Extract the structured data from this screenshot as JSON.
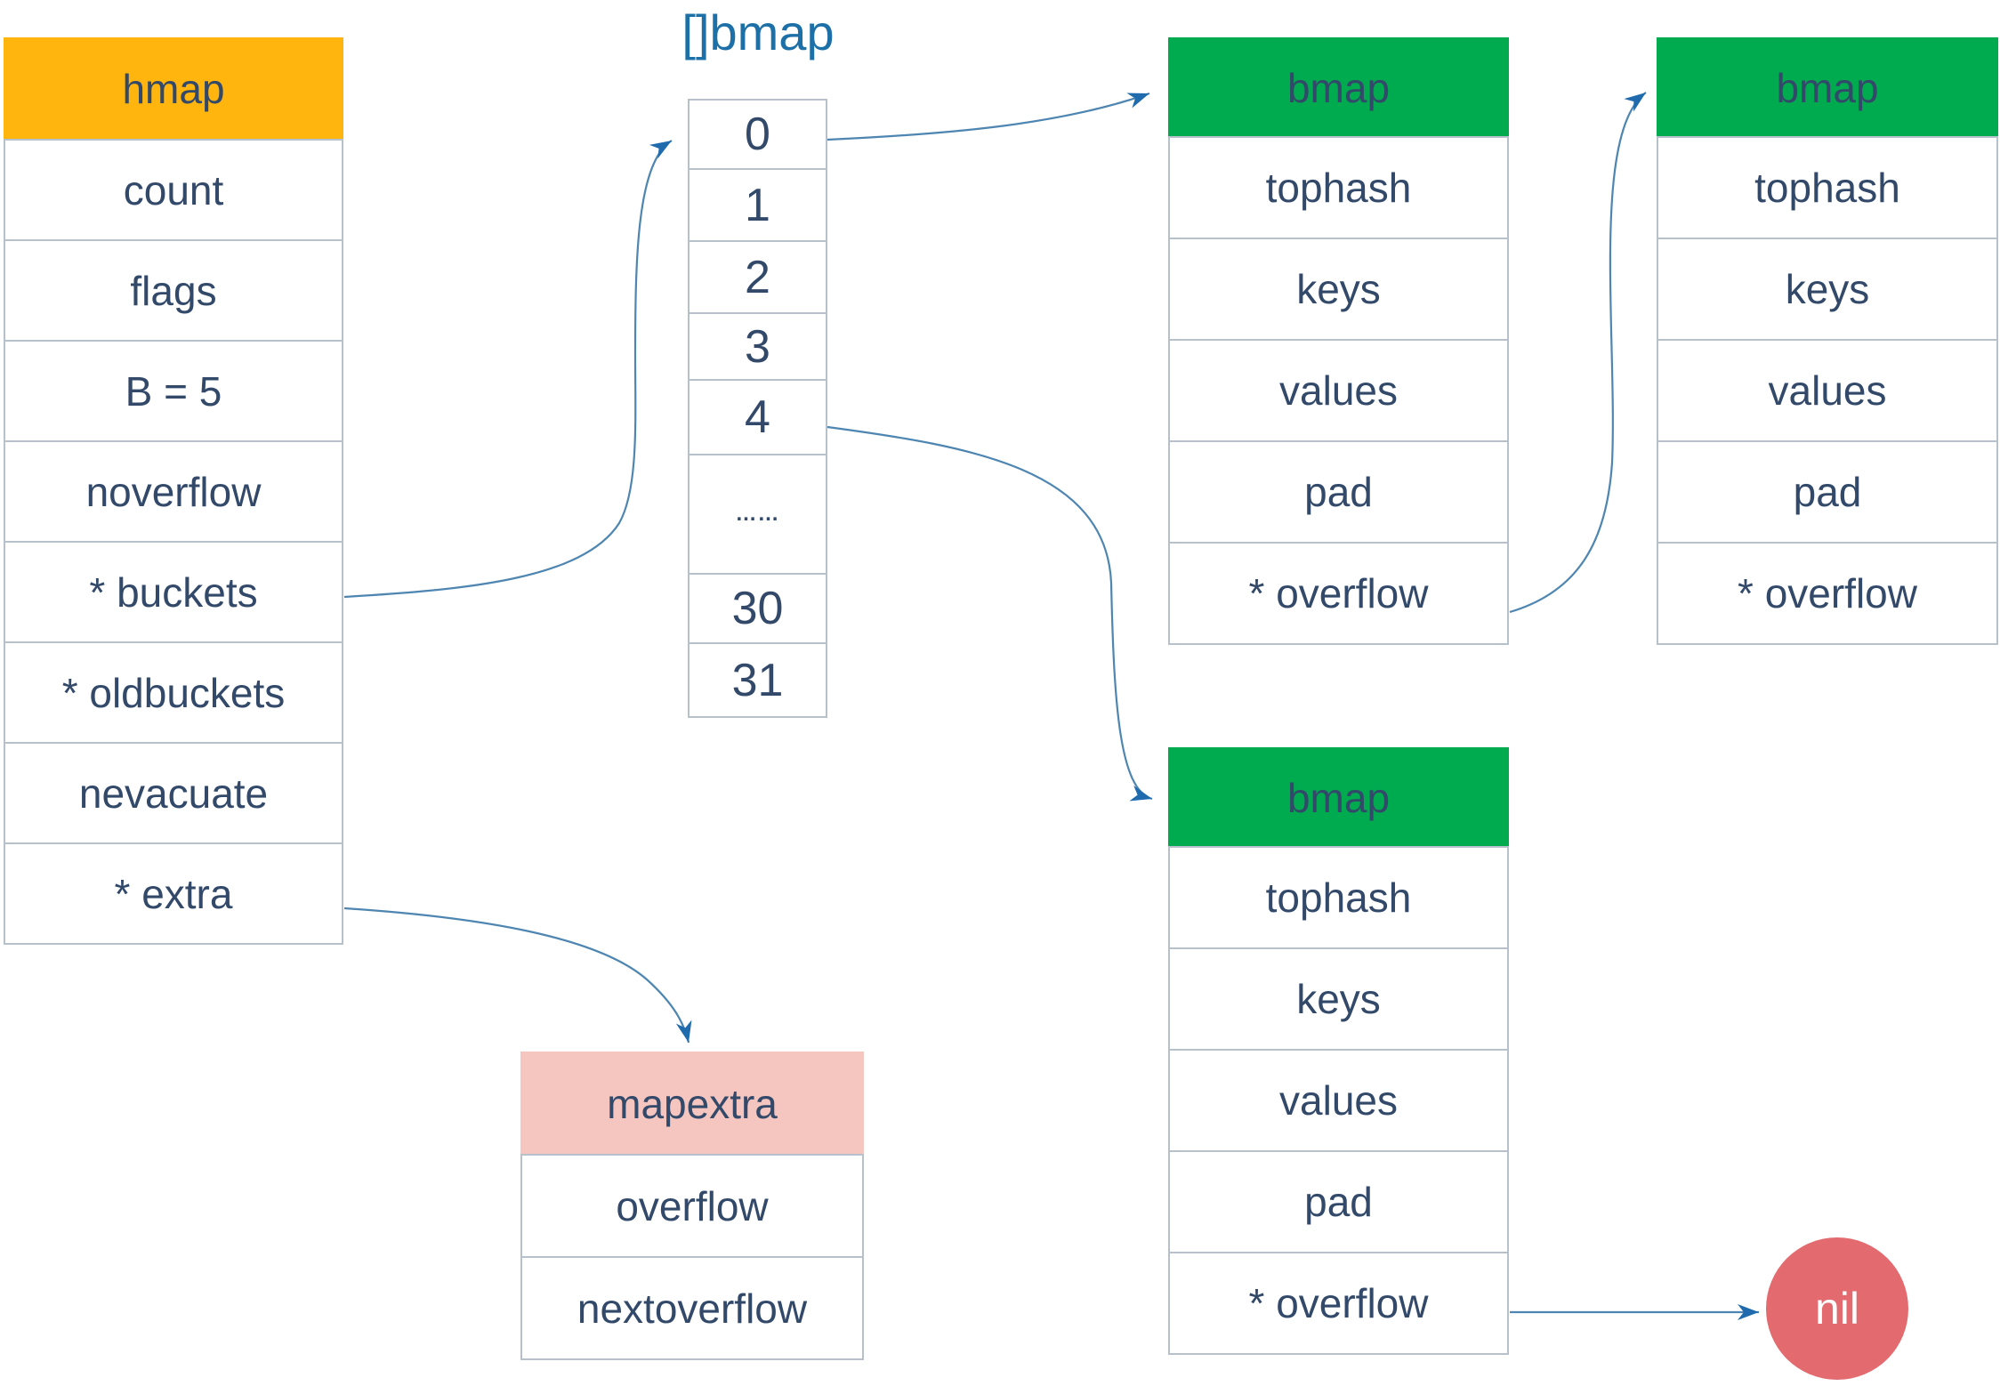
{
  "palette": {
    "orange": "#FFB50D",
    "green": "#00AB50",
    "pink": "#F5C5BF",
    "red": "#E36A6E",
    "arrow": "#4E86B1",
    "arrowhead": "#1F6BAD",
    "text": "#33496A",
    "border": "#B6C1CB",
    "title-blue": "#1D70A7",
    "nil-text": "#FFFFFF"
  },
  "hmap": {
    "title": "hmap",
    "rows": [
      "count",
      "flags",
      "B = 5",
      "noverflow",
      "* buckets",
      "* oldbuckets",
      "nevacuate",
      "* extra"
    ]
  },
  "bucket_array": {
    "title": "[]bmap",
    "cells": [
      "0",
      "1",
      "2",
      "3",
      "4",
      "……",
      "30",
      "31"
    ]
  },
  "bmap_top": {
    "title": "bmap",
    "rows": [
      "tophash",
      "keys",
      "values",
      "pad",
      "* overflow"
    ]
  },
  "bmap_right": {
    "title": "bmap",
    "rows": [
      "tophash",
      "keys",
      "values",
      "pad",
      "* overflow"
    ]
  },
  "bmap_bottom": {
    "title": "bmap",
    "rows": [
      "tophash",
      "keys",
      "values",
      "pad",
      "* overflow"
    ]
  },
  "mapextra": {
    "title": "mapextra",
    "rows": [
      "overflow",
      "nextoverflow"
    ]
  },
  "nil": {
    "label": "nil"
  }
}
